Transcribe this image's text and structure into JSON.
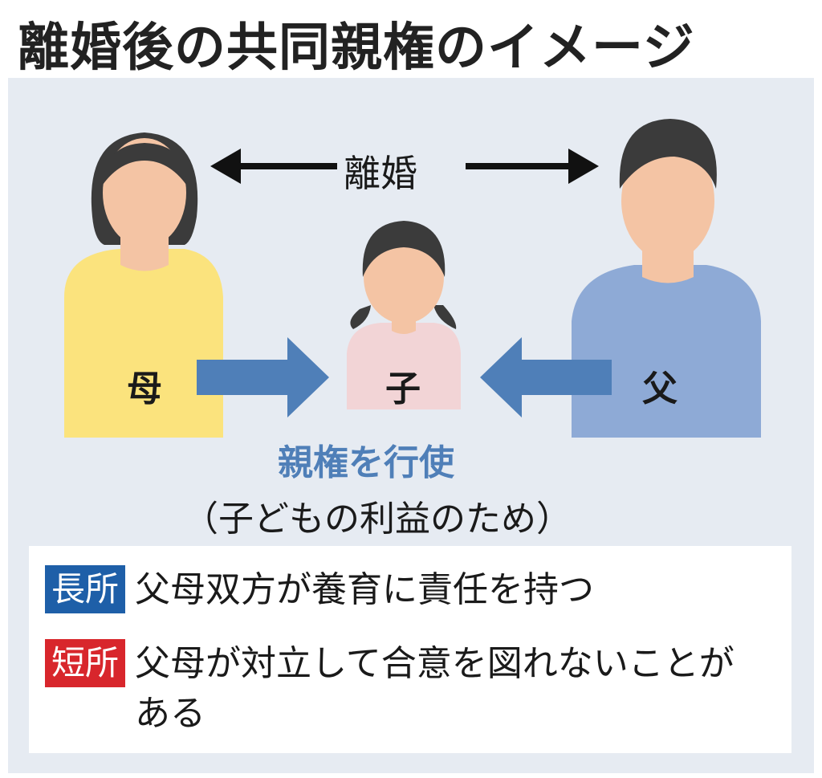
{
  "title": "離婚後の共同親権のイメージ",
  "diagram": {
    "divorce_label": "離婚",
    "mother_label": "母",
    "child_label": "子",
    "father_label": "父",
    "rights_label": "親権を行使",
    "rights_sub": "（子どもの利益のため）"
  },
  "info": {
    "pro_badge": "長所",
    "pro_text": "父母双方が養育に責任を持つ",
    "con_badge": "短所",
    "con_text": "父母が対立して合意を図れないことがある"
  },
  "colors": {
    "panel": "#e6ebf2",
    "mother_shirt": "#fbe37d",
    "child_shirt": "#f2d4d6",
    "father_shirt": "#8eaad6",
    "arrow_blue": "#4f7fb8",
    "pro": "#1e5fa8",
    "con": "#d8262c"
  }
}
